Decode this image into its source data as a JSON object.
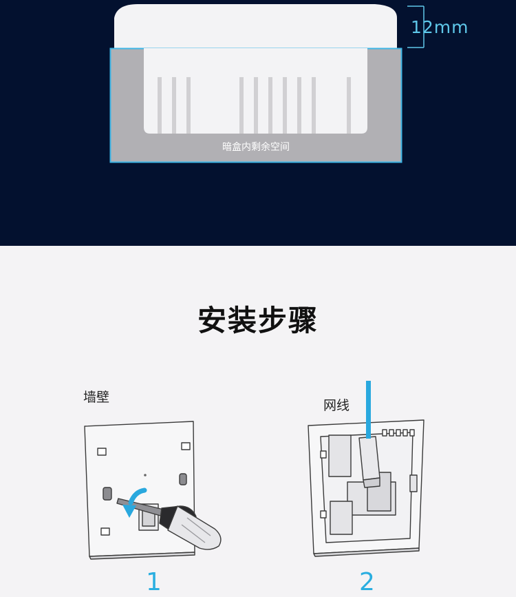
{
  "top": {
    "dimension_label": "12mm",
    "space_label": "暗盒内剩余空间",
    "colors": {
      "background": "#03112f",
      "accent": "#5fc8ea",
      "box": "#b1b0b4",
      "device": "#f3f3f5"
    }
  },
  "install": {
    "title": "安装步骤",
    "steps": [
      {
        "number": "1",
        "label": "墙壁",
        "icon": "screwdriver-icon"
      },
      {
        "number": "2",
        "label": "网线",
        "icon": "ethernet-cable-icon"
      }
    ]
  }
}
